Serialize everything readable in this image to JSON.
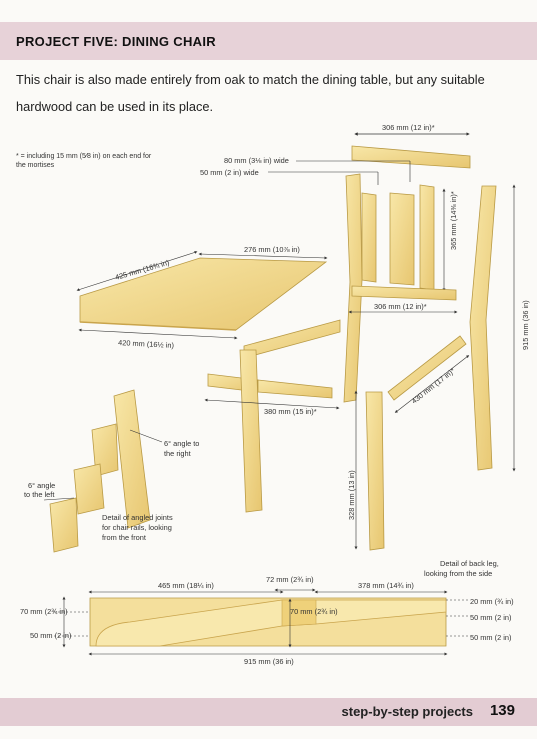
{
  "header": {
    "title": "PROJECT FIVE: DINING CHAIR"
  },
  "intro": "This chair is also made entirely from oak to match the dining table, but any suitable hardwood can be used in its place.",
  "note": "* = including 15 mm (5⁄8 in) on each end for the mortises",
  "labels": {
    "top_rail_len": "306 mm (12 in)*",
    "slat_wide": "80 mm (3⅛ in) wide",
    "slat_narrow": "50 mm (2 in) wide",
    "slat_height": "365 mm (14⅜ in)*",
    "back_leg_height": "915 mm (36 in)",
    "seat_back": "276 mm (10⅞ in)",
    "seat_depth": "425 mm (16¾ in)",
    "seat_front": "420 mm (16½ in)",
    "lower_back_rail": "306 mm (12 in)*",
    "side_rail": "430 mm (17 in)*",
    "front_rail": "380 mm (15 in)*",
    "front_leg_height": "328 mm (13 in)",
    "angle_right": "6° angle to the right",
    "angle_left": "6° angle to the left",
    "detail_joints": "Detail of angled joints for chair rails, looking from the front",
    "detail_back_leg": "Detail of back leg, looking from the side",
    "bl_465": "465 mm (18¼ in)",
    "bl_72": "72 mm (2¾ in)",
    "bl_378": "378 mm (14¾ in)",
    "bl_70_left": "70 mm (2¾ in)",
    "bl_70_mid": "70 mm (2¾ in)",
    "bl_50_left": "50 mm (2 in)",
    "bl_20_right": "20 mm (¾ in)",
    "bl_50_right_a": "50 mm (2 in)",
    "bl_50_right_b": "50 mm (2 in)",
    "bl_915": "915 mm (36 in)"
  },
  "colors": {
    "wood": "#f1d98f",
    "wood_dark": "#d9b658",
    "header_bg": "#e7d2d8",
    "footer_bg": "#e3ccd3"
  },
  "footer": {
    "section": "step-by-step projects",
    "page": "139"
  }
}
